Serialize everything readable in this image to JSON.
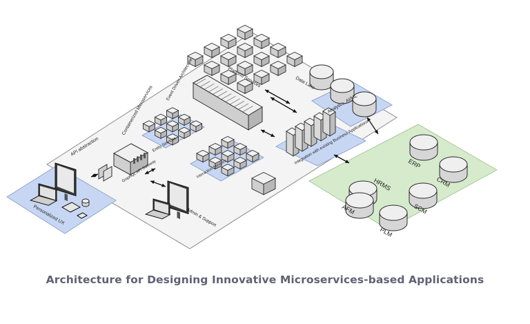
{
  "caption": "Architecture for Designing Innovative Microservices-based Applications",
  "colors": {
    "platform": "#f4f4f4",
    "blue_panel": "#c7d7f3",
    "green_panel": "#d5ebcc",
    "box": "#e8e8e8",
    "outline": "#2b2b2b"
  },
  "labels": {
    "platform_services": "Platform Services",
    "data_lake": "Data Lake",
    "analytics": "Analytics, AI/ML",
    "event_driven": "Event Driven Architecture",
    "containerized": "Containerized Microservices",
    "api_abstraction": "API abstraction",
    "entity_services": "Entity Services",
    "interaction_services": "Interaction Services",
    "graphql": "GraphQL API Gateway",
    "integration": "Integration with existing Business Applications",
    "personalized_ux": "Personalized UX",
    "admin_support": "Admin & Support"
  },
  "business_apps": [
    "ERP",
    "CRM",
    "HRMS",
    "SCM",
    "AFM",
    "PLM"
  ]
}
